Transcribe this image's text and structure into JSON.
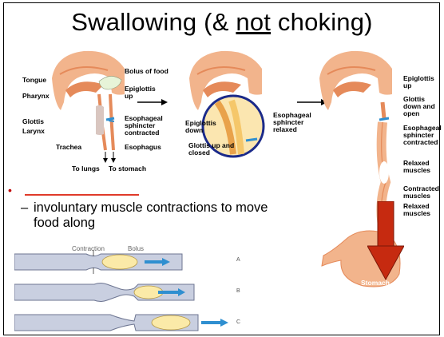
{
  "slide": {
    "title_prefix": "Swallowing (& ",
    "title_underlined": "not",
    "title_suffix": " choking)",
    "bullet_sub_text": "involuntary muscle contractions to move food along",
    "bullet_dash": "–"
  },
  "panel1": {
    "tongue": "Tongue",
    "pharynx": "Pharynx",
    "glottis": "Glottis",
    "larynx": "Larynx",
    "trachea": "Trachea",
    "bolus": "Bolus of food",
    "epiglottis_up": "Epiglottis up",
    "sphincter_contracted": "Esophageal sphincter contracted",
    "esophagus": "Esophagus",
    "to_lungs": "To lungs",
    "to_stomach": "To stomach"
  },
  "panel2": {
    "epiglottis_down": "Epiglottis down",
    "glottis_up_closed": "Glottis up and closed",
    "sphincter_relaxed": "Esophageal sphincter relaxed"
  },
  "panel3": {
    "epiglottis_up": "Epiglottis up",
    "glottis_down_open": "Glottis down and open",
    "sphincter_contracted": "Esophageal sphincter contracted",
    "relaxed_muscles_1": "Relaxed muscles",
    "contracted_muscles": "Contracted muscles",
    "relaxed_muscles_2": "Relaxed muscles",
    "stomach": "Stomach"
  },
  "peristalsis": {
    "contraction": "Contraction",
    "bolus": "Bolus",
    "letter_a": "A",
    "letter_b": "B",
    "letter_c": "C"
  },
  "colors": {
    "tissue": "#f2b48c",
    "tissue_dark": "#e58a5a",
    "bolus": "#e7f4d8",
    "arrow_blue": "#2f8fd0",
    "big_arrow": "#c62a10",
    "accent_red": "#e03a2a",
    "circle": "#1b2a8a",
    "tube": "#c9cfe0",
    "bolus_yellow": "#fbeaa8"
  }
}
